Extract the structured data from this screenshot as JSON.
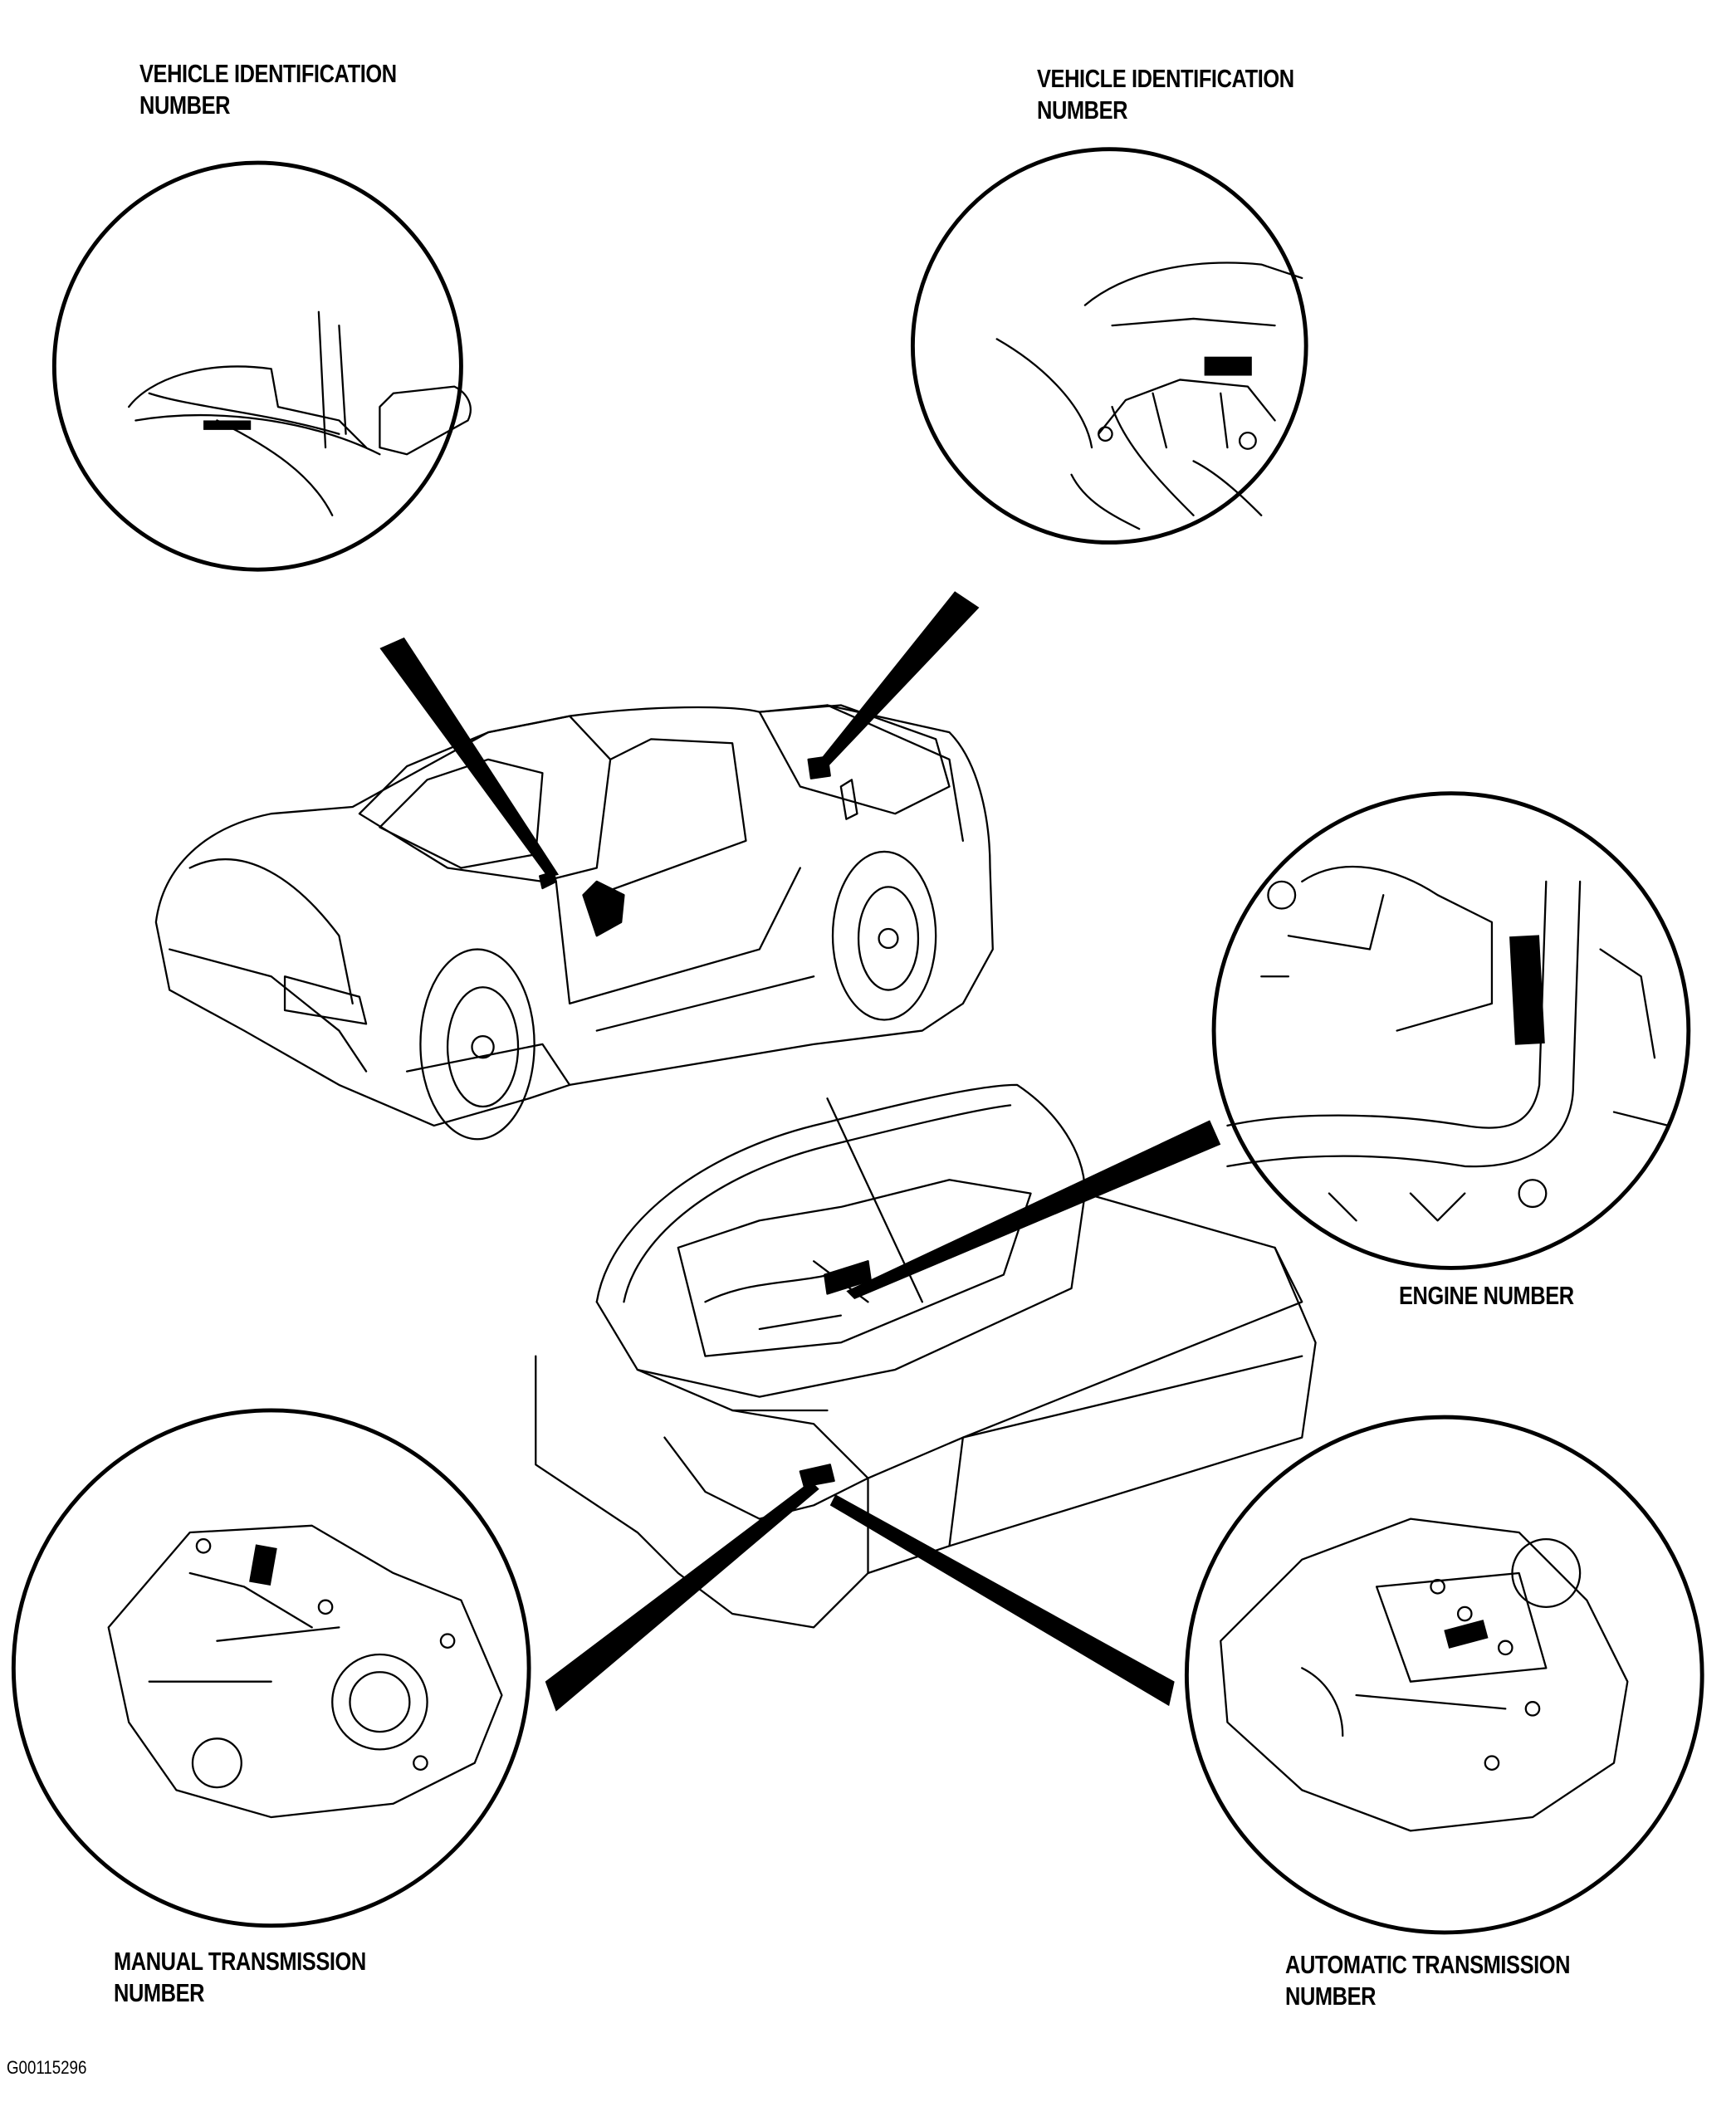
{
  "labels": {
    "vin_windshield": {
      "line1": "VEHICLE IDENTIFICATION",
      "line2": "NUMBER"
    },
    "vin_rear": {
      "line1": "VEHICLE IDENTIFICATION",
      "line2": "NUMBER"
    },
    "engine": {
      "line1": "ENGINE NUMBER"
    },
    "manual_trans": {
      "line1": "MANUAL TRANSMISSION",
      "line2": "NUMBER"
    },
    "auto_trans": {
      "line1": "AUTOMATIC TRANSMISSION",
      "line2": "NUMBER"
    }
  },
  "figure_code": "G00115296"
}
